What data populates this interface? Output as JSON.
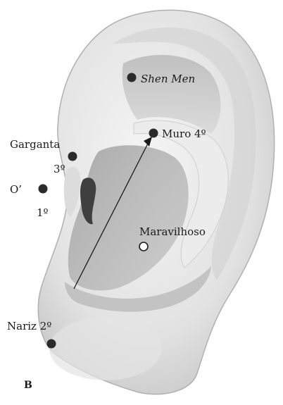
{
  "figure_letter": "B",
  "points": {
    "shen_men": "Shen Men",
    "muro": "Muro 4º",
    "garganta": "Garganta",
    "garganta_order": "3º",
    "o_prime": "O’",
    "o_prime_order": "1º",
    "maravilhoso": "Maravilhoso",
    "nariz": "Nariz 2º"
  },
  "colors": {
    "ear_light": "#efefef",
    "ear_shadow": "#8f8f8f",
    "point_fill": "#2b2b2b",
    "arrow": "#1a1a1a"
  }
}
